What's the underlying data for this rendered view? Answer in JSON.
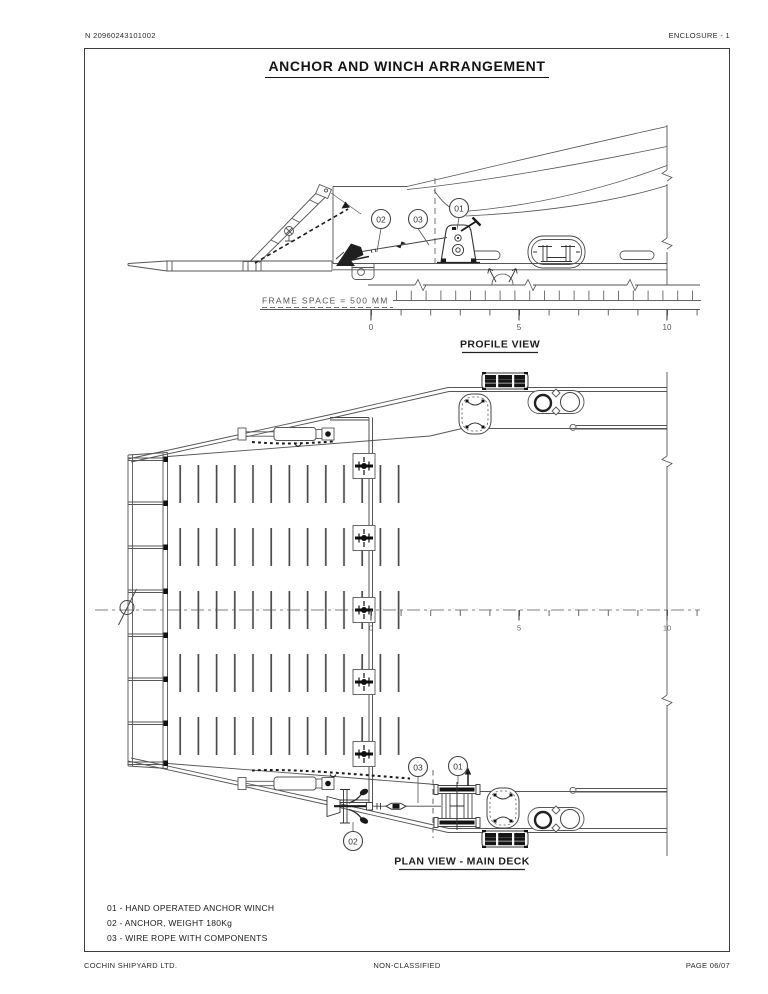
{
  "page": {
    "doc_number": "N 20960243101002",
    "enclosure": "ENCLOSURE - 1",
    "title": "ANCHOR AND WINCH ARRANGEMENT",
    "footer": {
      "left": "COCHIN SHIPYARD LTD.",
      "center": "NON-CLASSIFIED",
      "right": "PAGE 06/07"
    }
  },
  "views": {
    "profile": {
      "label": "PROFILE VIEW",
      "frame_space_note": "FRAME SPACE = 500 MM"
    },
    "plan": {
      "label": "PLAN VIEW - MAIN DECK"
    }
  },
  "callouts": {
    "c01": "01",
    "c02": "02",
    "c03": "03"
  },
  "scale": {
    "t0": "0",
    "t5": "5",
    "t10": "10"
  },
  "legend": {
    "items": [
      "01 - HAND OPERATED ANCHOR WINCH",
      "02 - ANCHOR, WEIGHT 180Kg",
      "03 - WIRE ROPE WITH COMPONENTS"
    ]
  },
  "colors": {
    "ink": "#1a1a1a",
    "line_gray": "#555555",
    "paper": "#ffffff"
  }
}
